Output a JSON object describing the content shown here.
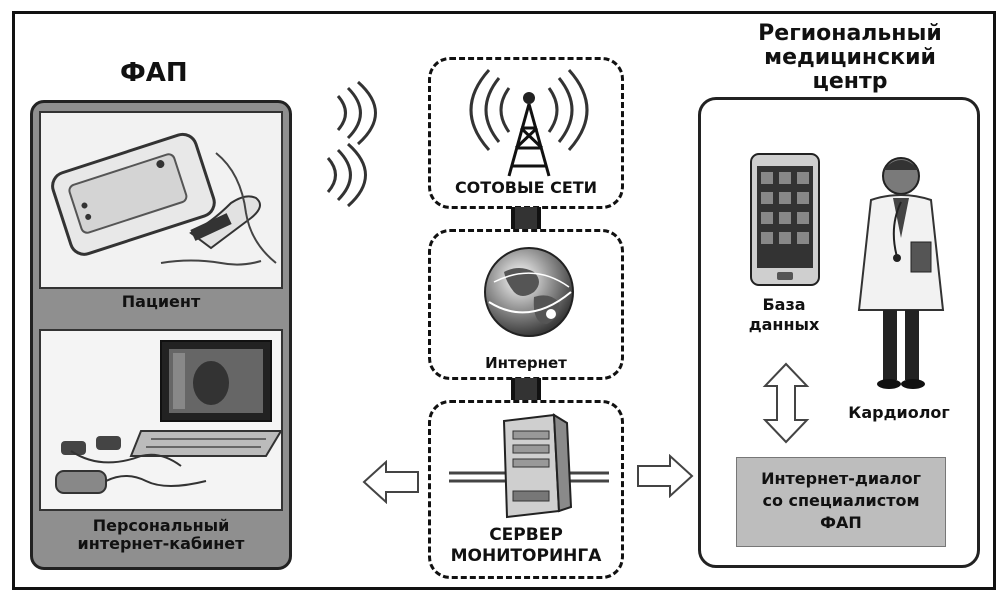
{
  "headings": {
    "fap": "ФАП",
    "regional_center": "Региональный\nмедицинский\nцентр"
  },
  "fap_panel": {
    "patient_caption": "Пациент",
    "cabinet_caption": "Персональный\nинтернет-кабинет"
  },
  "network": {
    "cellular_label": "СОТОВЫЕ СЕТИ",
    "internet_label": "Интернет",
    "server_label": "СЕРВЕР\nМОНИТОРИНГА"
  },
  "regional_panel": {
    "database_label": "База\nданных",
    "cardiologist_label": "Кардиолог",
    "dialog_text": "Интернет-диалог\nсо  специалистом\nФАП"
  },
  "icons": [
    "radio-waves-icon",
    "cell-tower-icon",
    "globe-icon",
    "server-icon",
    "left-arrow-icon",
    "right-arrow-icon",
    "double-arrow-icon",
    "tablet-icon",
    "doctor-icon",
    "ecg-device-icon",
    "laptop-icon"
  ]
}
